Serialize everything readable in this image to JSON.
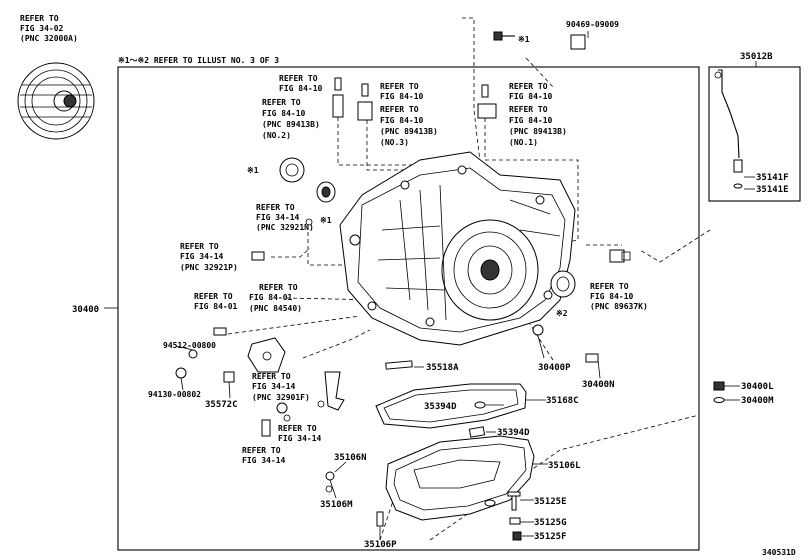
{
  "note": "※1～※2 REFER TO ILLUST NO. 3 OF 3",
  "illustration_number": "340531D",
  "marks": {
    "m1": "※1",
    "m2": "※2"
  },
  "refs": {
    "converter": [
      "REFER TO",
      "FIG 34-02",
      "(PNC 32000A)"
    ],
    "sensor3": [
      "REFER TO",
      "FIG 84-10",
      "REFER TO",
      "FIG 84-10",
      "(PNC 89413B)",
      "(NO.3)"
    ],
    "sensor1": [
      "REFER TO",
      "FIG 84-10",
      "REFER TO",
      "FIG 84-10",
      "(PNC 89413B)",
      "(NO.1)"
    ],
    "sensor2": [
      "REFER TO",
      "FIG 84-10",
      "REFER TO",
      "FIG 84-10",
      "(PNC 89413B)",
      "(NO.2)"
    ],
    "ring32921n": [
      "REFER TO",
      "FIG 34-14",
      "(PNC 32921N)"
    ],
    "plug32921p": [
      "REFER TO",
      "FIG 34-14",
      "(PNC 32921P)"
    ],
    "switch84540": [
      "REFER TO",
      "FIG 84-01",
      "(PNC 84540)"
    ],
    "bolt8401": [
      "REFER TO",
      "FIG 84-01"
    ],
    "sensor89637": [
      "REFER TO",
      "FIG 84-10",
      "(PNC 89637K)"
    ],
    "lever32901": [
      "REFER TO",
      "FIG 34-14",
      "(PNC 32901F)"
    ],
    "bolt3414a": [
      "REFER TO",
      "FIG 34-14"
    ],
    "bolt3414b": [
      "REFER TO",
      "FIG 34-14"
    ]
  },
  "parts": {
    "p90469": "90469-09009",
    "p35012b": "35012B",
    "p35141f": "35141F",
    "p35141e": "35141E",
    "p30400": "30400",
    "p94512": "94512-00800",
    "p94130": "94130-00802",
    "p35572c": "35572C",
    "p35518a": "35518A",
    "p30400p": "30400P",
    "p30400n": "30400N",
    "p30400l": "30400L",
    "p30400m": "30400M",
    "p35394d_a": "35394D",
    "p35168c": "35168C",
    "p35394d_b": "35394D",
    "p35106n": "35106N",
    "p35106l": "35106L",
    "p35106m": "35106M",
    "p35125e": "35125E",
    "p35125g": "35125G",
    "p35125f": "35125F",
    "p35106p": "35106P"
  }
}
